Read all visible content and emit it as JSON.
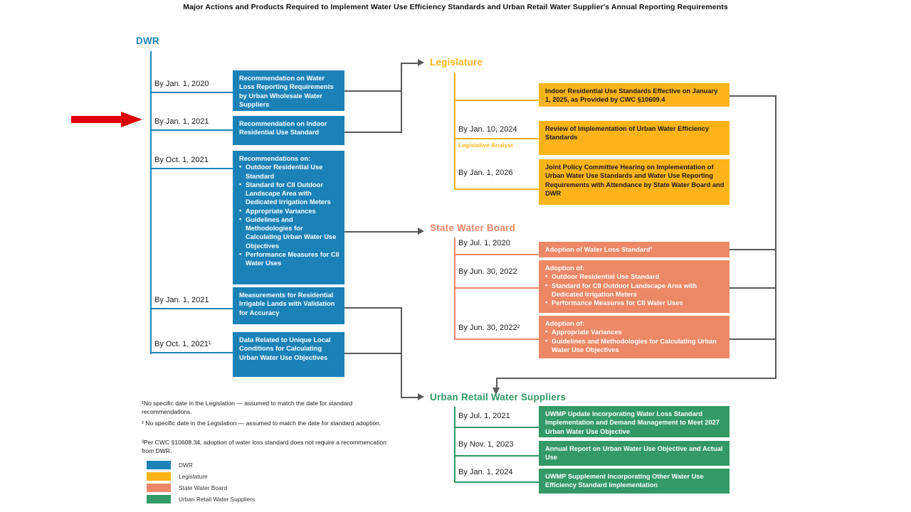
{
  "title": "Major Actions and Products Required to Implement Water Use Efficiency Standards and Urban Retail Water Supplier's Annual Reporting Requirements",
  "colors": {
    "dwr": "#1b82b8",
    "legislature": "#fcb418",
    "state_water_board": "#ec8866",
    "urban_retail": "#339966",
    "connector": "#595959",
    "pointer": "#e00000"
  },
  "groups": {
    "dwr": {
      "heading": "DWR",
      "items": [
        {
          "date": "By Jan. 1, 2020",
          "lead": "Recommendation on Water Loss Reporting Requirements by Urban Wholesale Water Suppliers",
          "bullets": []
        },
        {
          "date": "By Jan. 1, 2021",
          "lead": "Recommendation on Indoor Residential Use Standard",
          "bullets": []
        },
        {
          "date": "By Oct. 1, 2021",
          "lead": "Recommendations on:",
          "bullets": [
            "Outdoor Residential Use Standard",
            "Standard for CII Outdoor Landscape Area with Dedicated Irrigation Meters",
            "Appropriate Variances",
            "Guidelines and Methodologies for Calculating Urban Water Use Objectives",
            "Performance Measures for CII Water Uses"
          ]
        },
        {
          "date": "By Jan. 1, 2021",
          "lead": "Measurements for Residential Irrigable Lands with Validation for Accuracy",
          "bullets": []
        },
        {
          "date": "By Oct. 1, 2021¹",
          "lead": "Data Related to Unique Local Conditions for Calculating Urban Water Use Objectives",
          "bullets": []
        }
      ]
    },
    "legislature": {
      "heading": "Legislature",
      "items": [
        {
          "date": "",
          "note": "",
          "lead": "Indoor Residential Use Standards Effective on January 1, 2025, as Provided by CWC §10609.4",
          "bullets": []
        },
        {
          "date": "By Jan. 10, 2024",
          "note": "Legislative Analyst",
          "lead": "Review of Implementation of Urban Water Efficiency Standards",
          "bullets": []
        },
        {
          "date": "By Jan. 1, 2026",
          "note": "",
          "lead": "Joint Policy Committee Hearing on Implementation of Urban Water Use Standards and Water Use Reporting Requirements with Attendance by State Water Board and DWR",
          "bullets": []
        }
      ]
    },
    "state_water_board": {
      "heading": "State Water Board",
      "items": [
        {
          "date": "By Jul. 1, 2020",
          "lead": "Adoption of Water Loss Standard³",
          "bullets": []
        },
        {
          "date": "By Jun. 30, 2022",
          "lead": "Adoption of:",
          "bullets": [
            "Outdoor Residential Use Standard",
            "Standard for CII Outdoor Landscape Area with Dedicated Irrigation Meters",
            "Performance Measures for CII Water Uses"
          ]
        },
        {
          "date": "By Jun. 30, 2022²",
          "lead": "Adoption of:",
          "bullets": [
            "Appropriate Variances",
            "Guidelines and Methodologies for Calculating Urban Water Use Objectives"
          ]
        }
      ]
    },
    "urban_retail": {
      "heading": "Urban Retail Water Suppliers",
      "items": [
        {
          "date": "By Jul. 1, 2021",
          "lead": "UWMP Update Incorporating Water Loss Standard Implementation and Demand Management to Meet 2027 Urban Water Use Objective",
          "bullets": []
        },
        {
          "date": "By Nov. 1, 2023",
          "lead": "Annual Report on Urban Water Use Objective and Actual Use",
          "bullets": []
        },
        {
          "date": "By Jan. 1, 2024",
          "lead": "UWMP Supplement Incorporating Other Water Use Efficiency Standard Implementation",
          "bullets": []
        }
      ]
    }
  },
  "footnotes": [
    "¹No specific date in the Legislation — assumed to match the date for standard recommendations.",
    "² No specific date in the Legislation — assumed to match the date for standard adoption.",
    "³Per CWC §10608.34, adoption of water loss standard does not require a recommencation from DWR."
  ],
  "legend": [
    {
      "label": "DWR",
      "color": "#1b82b8"
    },
    {
      "label": "Legislature",
      "color": "#fcb418"
    },
    {
      "label": "State Water Board",
      "color": "#ec8866"
    },
    {
      "label": "Urban Retail Water Suppliers",
      "color": "#339966"
    }
  ]
}
